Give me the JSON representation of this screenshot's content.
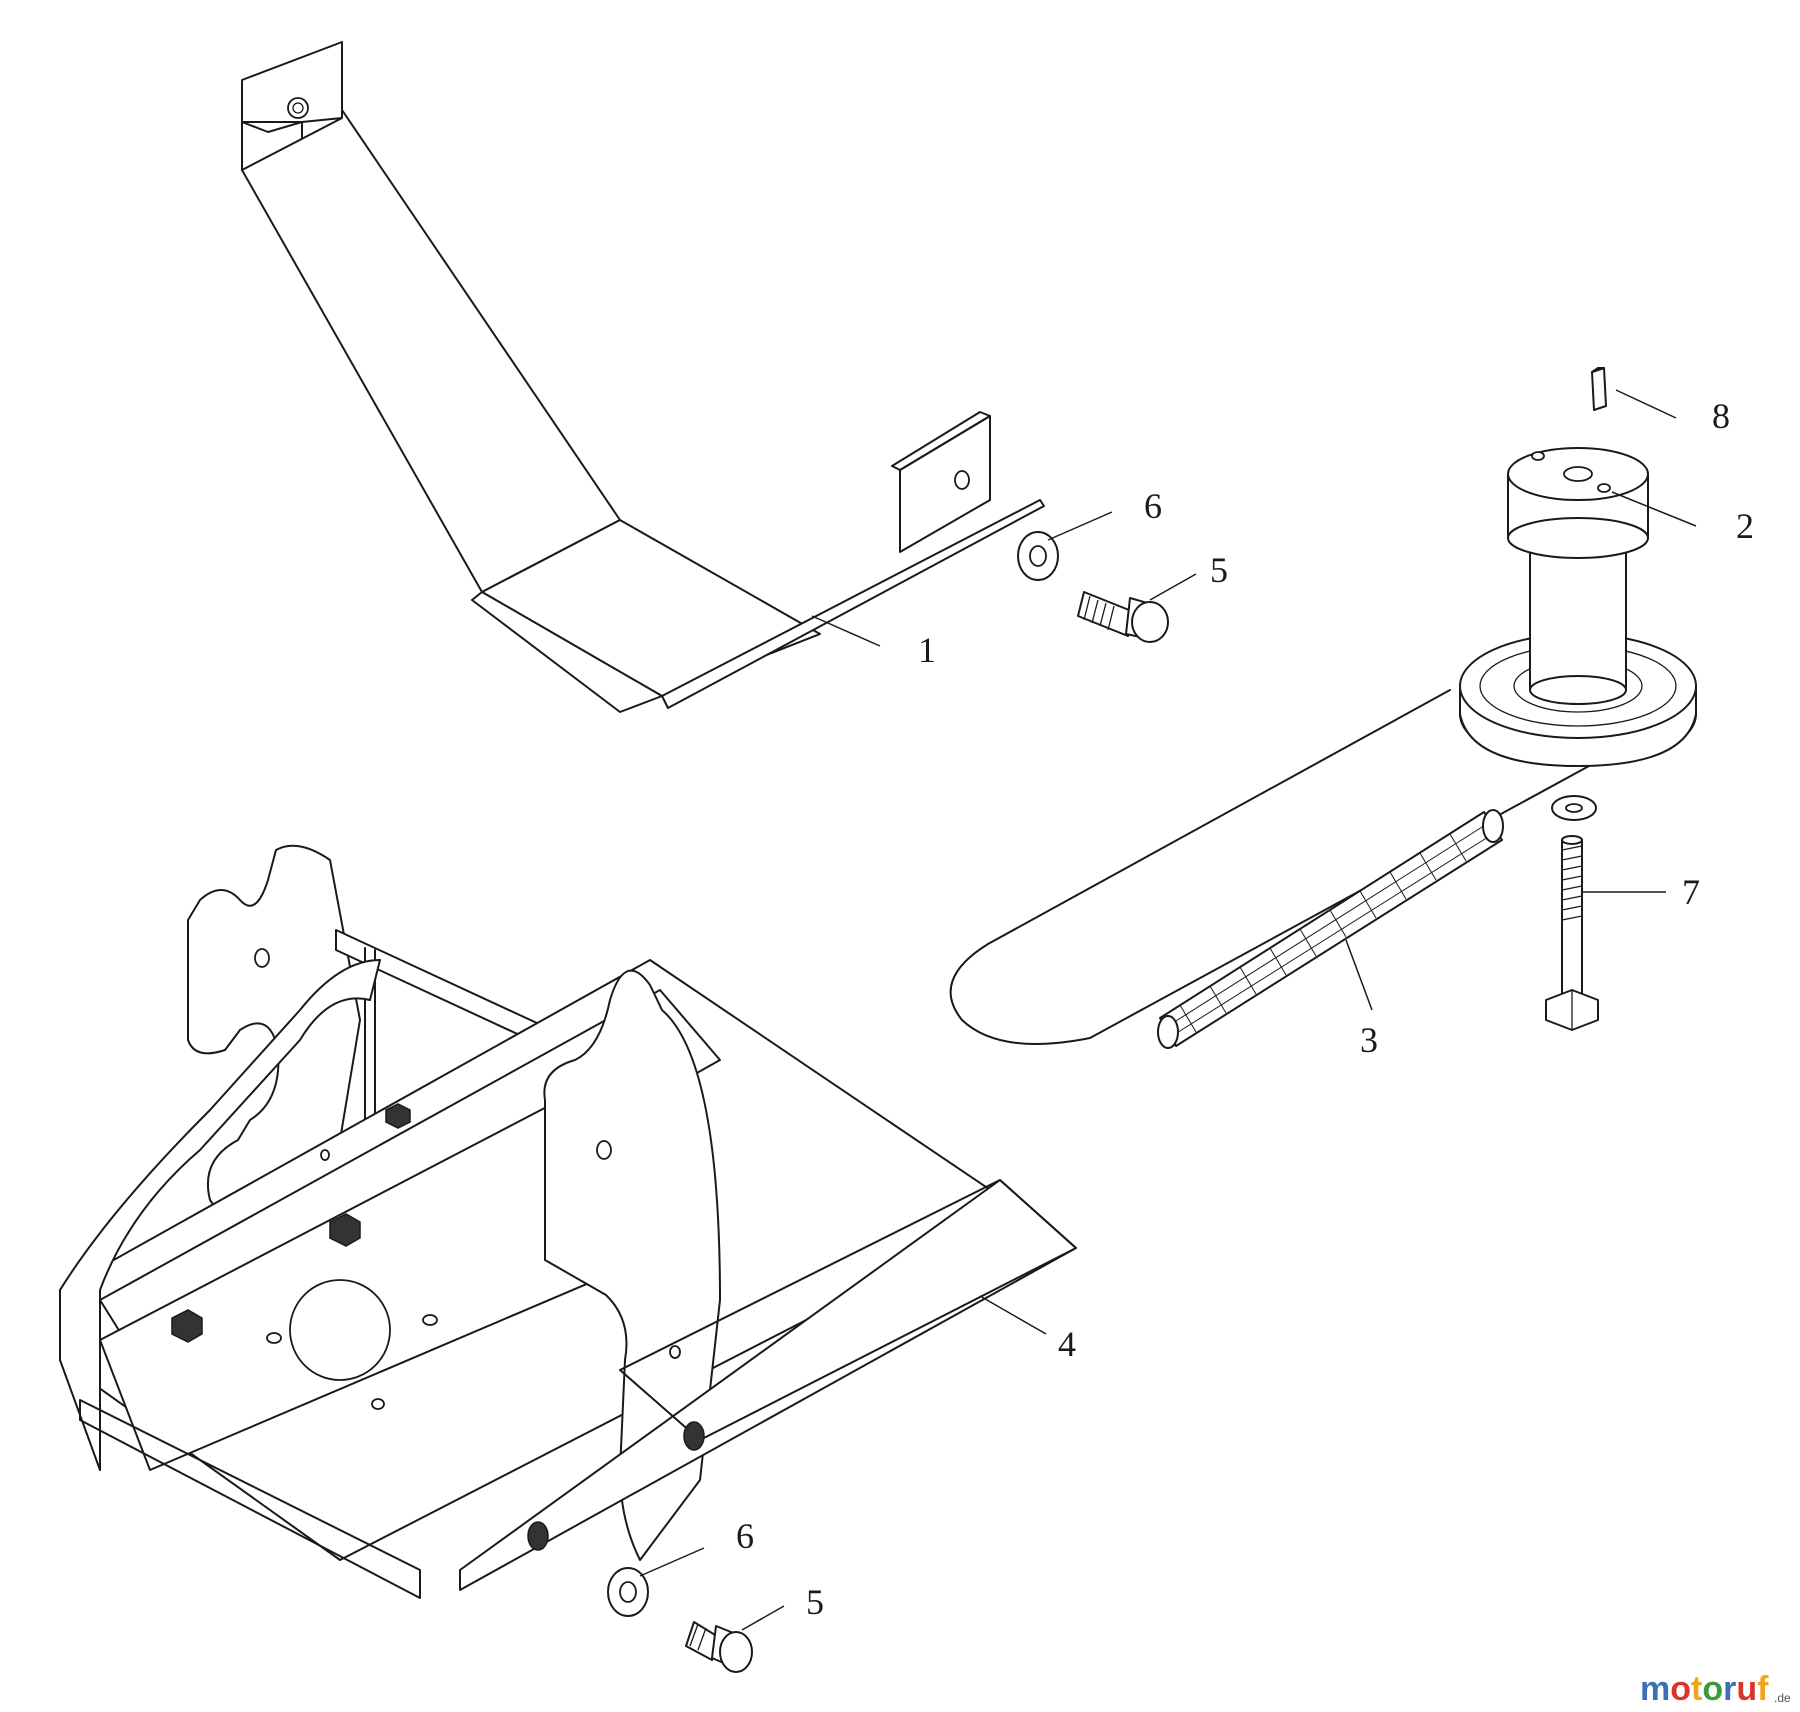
{
  "callouts": {
    "c1": "1",
    "c2": "2",
    "c3": "3",
    "c4": "4",
    "c5a": "5",
    "c5b": "5",
    "c6a": "6",
    "c6b": "6",
    "c7": "7",
    "c8": "8"
  },
  "watermark": {
    "text": "motoruf",
    "suffix": ".de",
    "colors": [
      "#3b6fb6",
      "#d9352b",
      "#f0a51c",
      "#3a9a3e",
      "#3b6fb6",
      "#d9352b",
      "#f0a51c"
    ]
  }
}
